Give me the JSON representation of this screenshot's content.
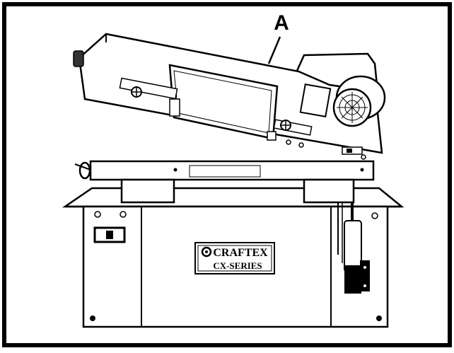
{
  "callout": {
    "label": "A"
  },
  "nameplate": {
    "brand": "CRAFTEX",
    "model": "CX-SERIES"
  },
  "colors": {
    "ink": "#000000",
    "paper": "#ffffff",
    "grey": "#e6e6e6"
  }
}
